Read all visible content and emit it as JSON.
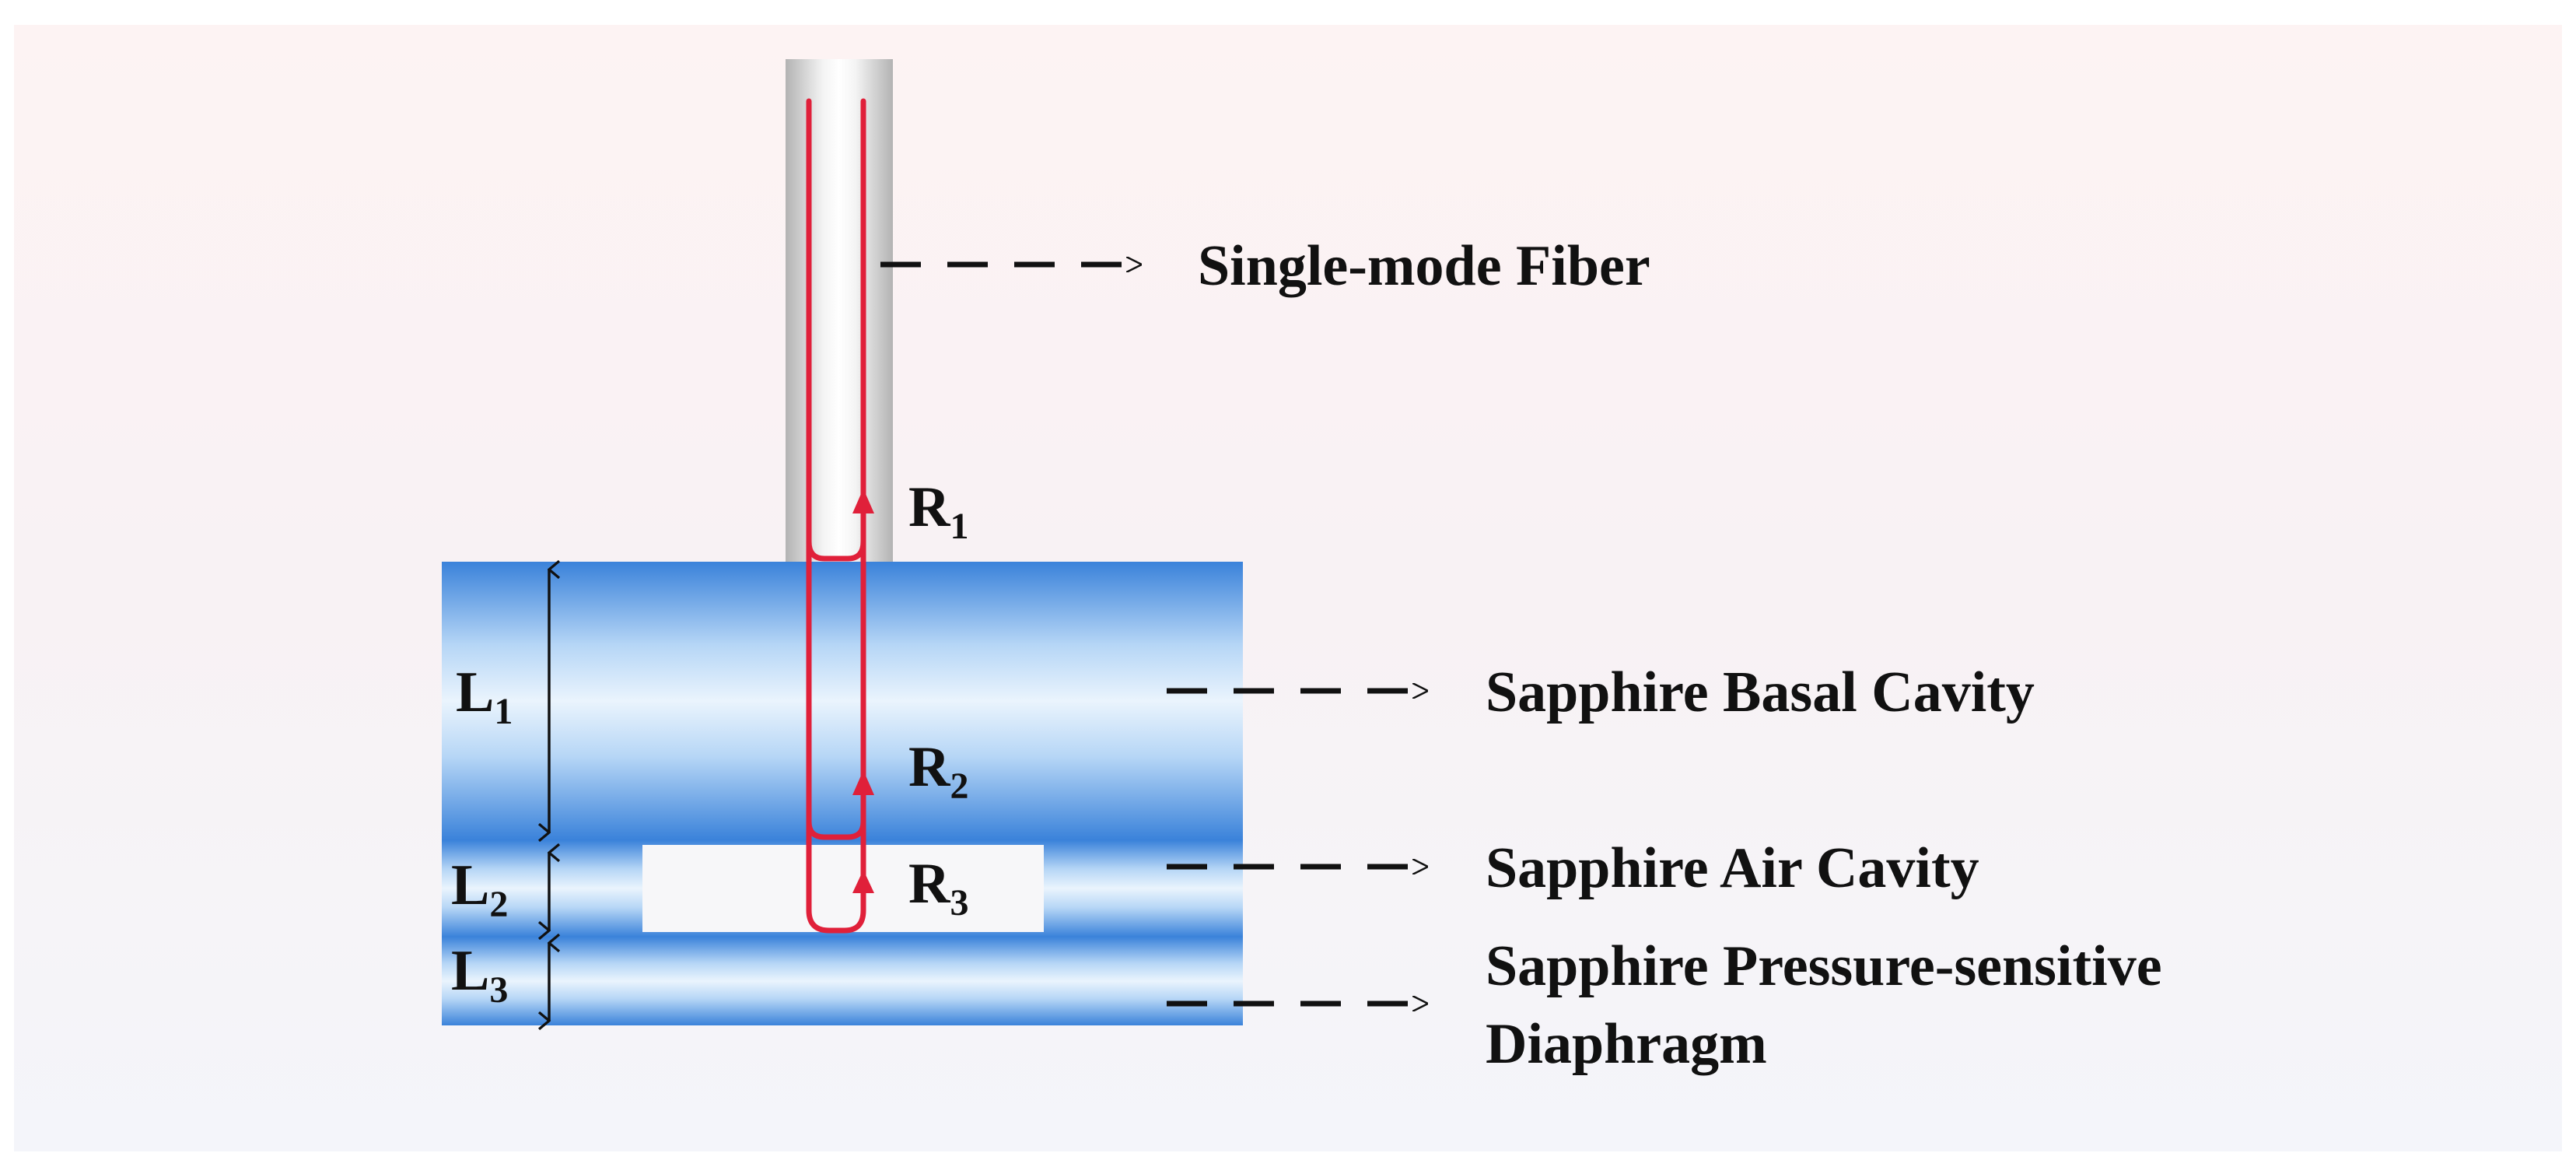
{
  "labels": {
    "fiber": "Single-mode Fiber",
    "basal": "Sapphire Basal Cavity",
    "air": "Sapphire Air Cavity",
    "diaphragm_line1": "Sapphire Pressure-sensitive",
    "diaphragm_line2": "Diaphragm"
  },
  "reflections": [
    {
      "base": "R",
      "sub": "1"
    },
    {
      "base": "R",
      "sub": "2"
    },
    {
      "base": "R",
      "sub": "3"
    }
  ],
  "lengths": [
    {
      "base": "L",
      "sub": "1"
    },
    {
      "base": "L",
      "sub": "2"
    },
    {
      "base": "L",
      "sub": "3"
    }
  ],
  "colors": {
    "sapphire_dark": "#3f86dc",
    "sapphire_light": "#e9f4fd",
    "fiber_gray": "#bcbcbc",
    "light_path": "#e0203a",
    "arrow": "#111111"
  }
}
